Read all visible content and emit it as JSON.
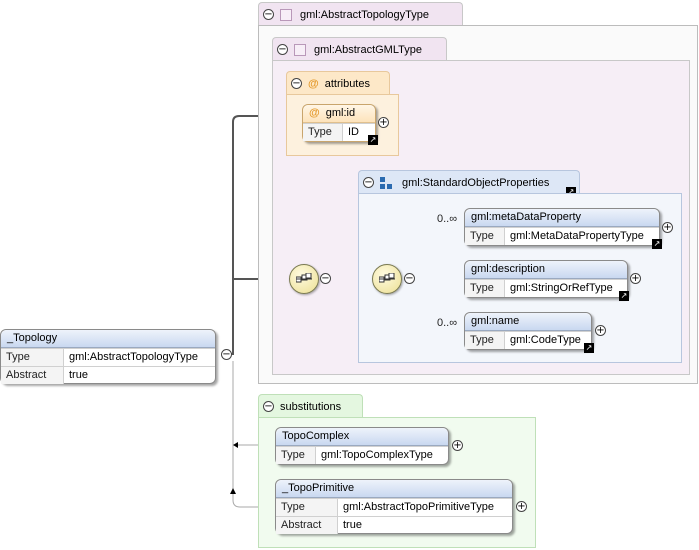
{
  "diagram": {
    "abstract_topology_type": {
      "label": "gml:AbstractTopologyType"
    },
    "abstract_gml_type": {
      "label": "gml:AbstractGMLType"
    },
    "attributes": {
      "label": "attributes",
      "id_attr": {
        "name": "gml:id",
        "type_key": "Type",
        "type_value": "ID"
      }
    },
    "standard_object_properties": {
      "label": "gml:StandardObjectProperties",
      "meta_data_property": {
        "occurrence": "0..∞",
        "name": "gml:metaDataProperty",
        "type_key": "Type",
        "type_value": "gml:MetaDataPropertyType"
      },
      "description": {
        "name": "gml:description",
        "type_key": "Type",
        "type_value": "gml:StringOrRefType"
      },
      "name_element": {
        "occurrence": "0..∞",
        "name": "gml:name",
        "type_key": "Type",
        "type_value": "gml:CodeType"
      }
    },
    "topology_element": {
      "name": "_Topology",
      "type_key": "Type",
      "type_value": "gml:AbstractTopologyType",
      "abstract_key": "Abstract",
      "abstract_value": "true"
    },
    "substitutions": {
      "label": "substitutions",
      "topo_complex": {
        "name": "TopoComplex",
        "type_key": "Type",
        "type_value": "gml:TopoComplexType"
      },
      "topo_primitive": {
        "name": "_TopoPrimitive",
        "type_key": "Type",
        "type_value": "gml:AbstractTopoPrimitiveType",
        "abstract_key": "Abstract",
        "abstract_value": "true"
      }
    }
  }
}
